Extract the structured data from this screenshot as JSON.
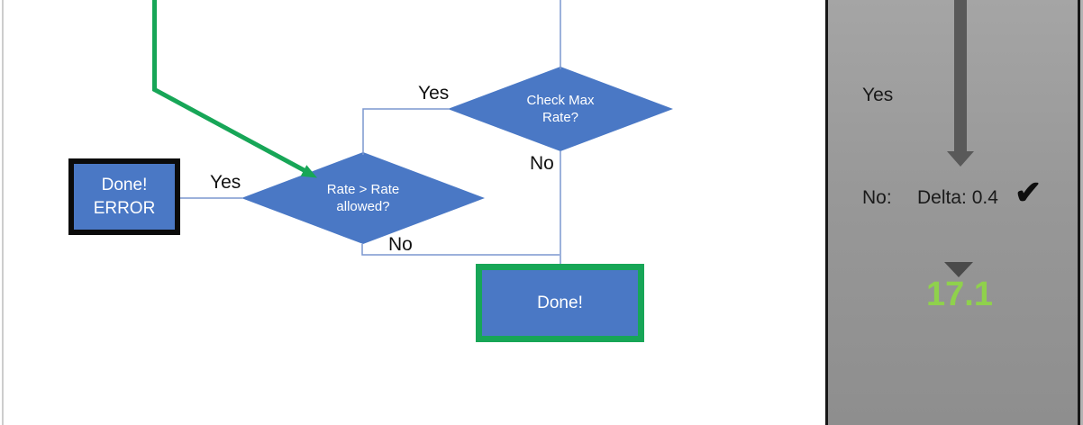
{
  "flowchart": {
    "check_diamond": {
      "line1": "Check Max",
      "line2": "Rate?"
    },
    "rate_diamond": {
      "line1": "Rate > Rate",
      "line2": "allowed?"
    },
    "done_error_box": {
      "line1": "Done!",
      "line2": "ERROR"
    },
    "done_box": {
      "label": "Done!"
    },
    "labels": {
      "check_yes": "Yes",
      "check_no": "No",
      "rate_yes": "Yes",
      "rate_no": "No"
    },
    "colors": {
      "shape_blue": "#4a78c5",
      "connector_blue": "#7b97cf",
      "flow_green": "#17a657",
      "done_error_border": "#0b0b0b",
      "done_border_green": "#17a657"
    }
  },
  "side_panel": {
    "yes_label": "Yes",
    "no_label": "No:",
    "delta_label": "Delta: 0.4",
    "check_icon": "✔",
    "result_value": "17.1",
    "colors": {
      "panel_gray": "#989898",
      "arrow_gray": "#595959",
      "result_green": "#8fd14c"
    }
  }
}
